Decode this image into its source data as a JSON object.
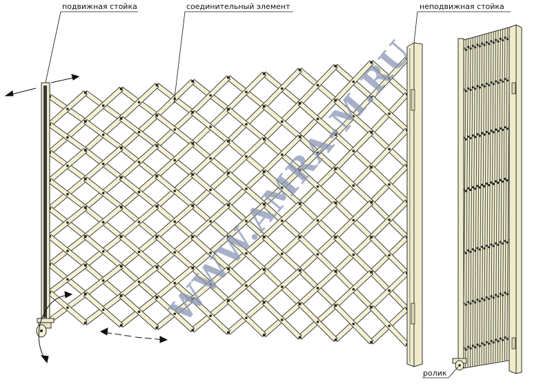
{
  "labels": {
    "moving_post": "подвижная стойка",
    "connecting_element": "соединительный элемент",
    "fixed_post": "неподвижная стойка",
    "roller": "ролик"
  },
  "watermark": "WWW.AMRA-M.RU",
  "colors": {
    "bar_fill": "#f4f1d4",
    "bar_stroke": "#2b2b2b",
    "pivot": "#222222",
    "post_fill": "#efeccc",
    "watermark": "#8a96b4"
  }
}
